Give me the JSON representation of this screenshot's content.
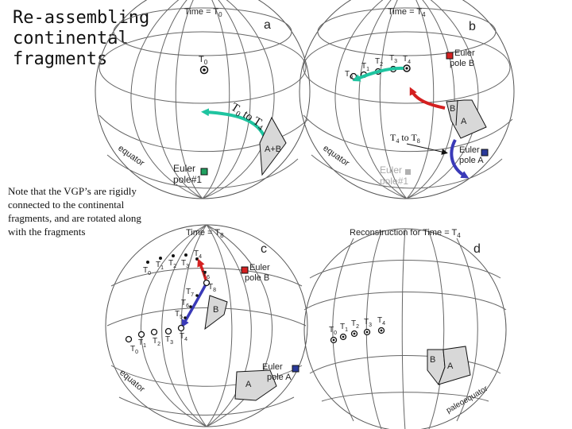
{
  "slide": {
    "title": "Re-assembling continental fragments",
    "note": "Note that the VGP’s are rigidly connected to the continental fragments, and are rotated along with the fragments"
  },
  "panels": {
    "a": {
      "letter": "a",
      "time": {
        "main": "Time = T",
        "sub": "0"
      },
      "pole_t0": {
        "main": "T",
        "sub": "0"
      },
      "arrow": {
        "main": "T",
        "sub": "0",
        "mid": " to T",
        "sub2": "4"
      },
      "block": "A+B",
      "equator": "equator",
      "euler": [
        "Euler",
        "pole#1"
      ]
    },
    "b": {
      "letter": "b",
      "time": {
        "main": "Time = T",
        "sub": "4"
      },
      "poles": [
        {
          "main": "T",
          "sub": "0"
        },
        {
          "main": "T",
          "sub": "1"
        },
        {
          "main": "T",
          "sub": "2"
        },
        {
          "main": "T",
          "sub": "3"
        },
        {
          "main": "T",
          "sub": "4"
        }
      ],
      "euler_b": [
        "Euler",
        "pole B"
      ],
      "euler_a": [
        "Euler",
        "pole A"
      ],
      "block_b": "B",
      "block_a": "A",
      "callout": {
        "main": "T",
        "sub": "4",
        "mid": " to T",
        "sub2": "8"
      },
      "equator": "equator",
      "euler1": [
        "Euler",
        "pole#1"
      ]
    },
    "c": {
      "letter": "c",
      "time": {
        "main": "Time = T",
        "sub": "8"
      },
      "upper_poles": [
        {
          "main": "T",
          "sub": "0"
        },
        {
          "main": "T",
          "sub": "1"
        },
        {
          "main": "T",
          "sub": "2"
        },
        {
          "main": "T",
          "sub": "3"
        },
        {
          "main": "T",
          "sub": "4"
        }
      ],
      "chain": [
        {
          "main": "T",
          "sub": "6"
        },
        {
          "main": "T",
          "sub": "8"
        },
        {
          "main": "T",
          "sub": "7"
        },
        {
          "main": "T",
          "sub": "6"
        },
        {
          "main": "T",
          "sub": "5"
        }
      ],
      "lower_poles": [
        {
          "main": "T",
          "sub": "0"
        },
        {
          "main": "T",
          "sub": "1"
        },
        {
          "main": "T",
          "sub": "2"
        },
        {
          "main": "T",
          "sub": "3"
        },
        {
          "main": "T",
          "sub": "4"
        }
      ],
      "euler_b": [
        "Euler",
        "pole B"
      ],
      "euler_a": [
        "Euler",
        "pole A"
      ],
      "block_b": "B",
      "block_a": "A",
      "equator": "equator"
    },
    "d": {
      "letter": "d",
      "time": {
        "main": "Reconstruction for Time = T",
        "sub": "4"
      },
      "poles": [
        {
          "main": "T",
          "sub": "0"
        },
        {
          "main": "T",
          "sub": "1"
        },
        {
          "main": "T",
          "sub": "2"
        },
        {
          "main": "T",
          "sub": "3"
        },
        {
          "main": "T",
          "sub": "4"
        }
      ],
      "block_b": "B",
      "block_a": "A",
      "paleoequator": "paleoequator"
    }
  },
  "colors": {
    "teal": "#1fc4a0",
    "red": "#d42020",
    "blue": "#3a3ab8",
    "euler_red": "#d42020",
    "euler_green": "#20a060",
    "euler_blue": "#2a3a9a",
    "euler_gray": "#b0b0b0"
  }
}
